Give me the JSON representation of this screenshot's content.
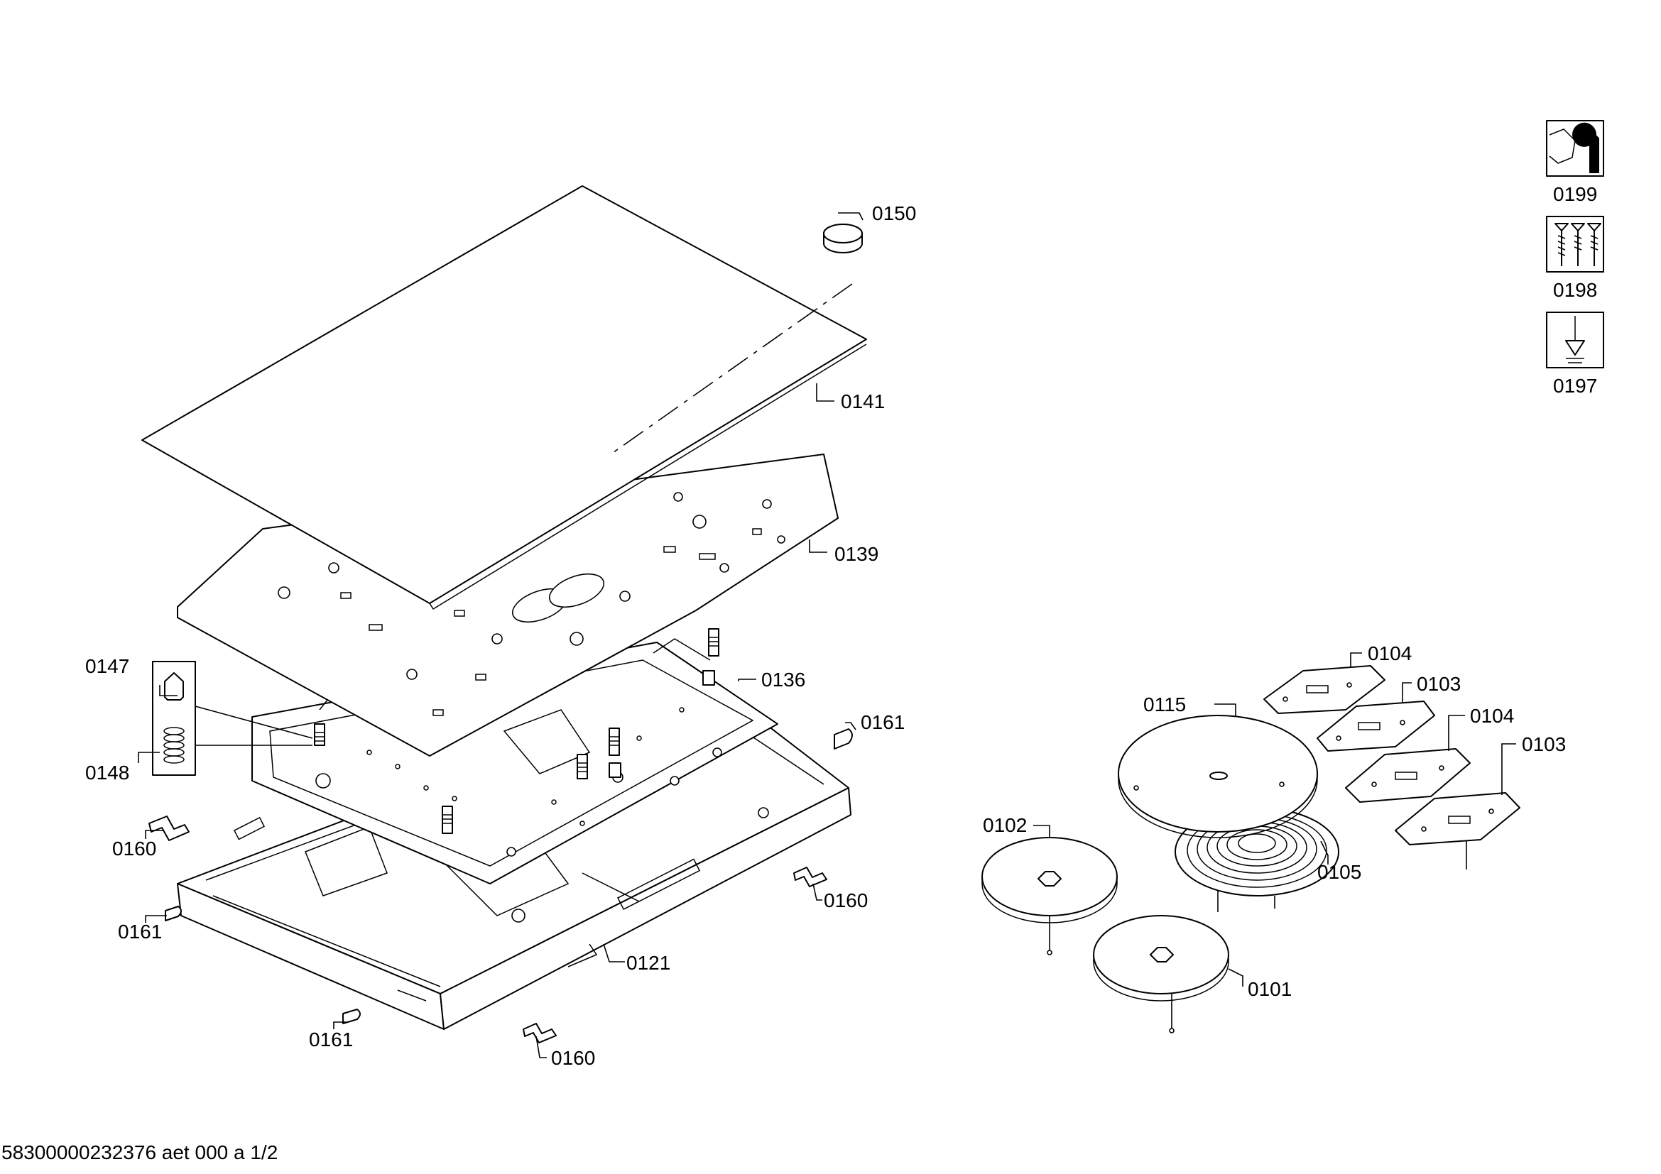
{
  "labels": {
    "p0150": "0150",
    "p0141": "0141",
    "p0139": "0139",
    "p0136": "0136",
    "p0147": "0147",
    "p0148": "0148",
    "p0161a": "0161",
    "p0160a": "0160",
    "p0161b": "0161",
    "p0160b": "0160",
    "p0121": "0121",
    "p0161c": "0161",
    "p0160c": "0160",
    "p0115": "0115",
    "p0104a": "0104",
    "p0103a": "0103",
    "p0104b": "0104",
    "p0103b": "0103",
    "p0102": "0102",
    "p0105": "0105",
    "p0101": "0101",
    "p0199": "0199",
    "p0198": "0198",
    "p0197": "0197"
  },
  "footer": "58300000232376 aet 000 a 1/2",
  "tool_icons": [
    "wrench-nut-icon",
    "screws-icon",
    "screwdriver-icon"
  ]
}
